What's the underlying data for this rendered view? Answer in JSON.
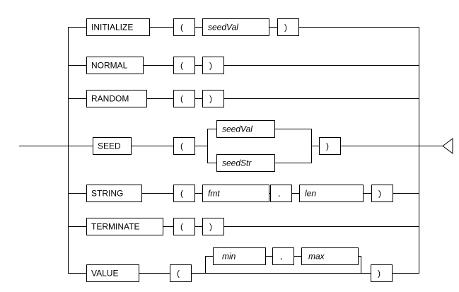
{
  "diagram": {
    "title": "RANDOM function syntax railroad diagram",
    "colors": {
      "line": "#000000",
      "box_fill": "#ffffff",
      "background": "#ffffff",
      "text": "#000000"
    },
    "entry_label": "",
    "exit_marker": "arrow-left-triangle",
    "alternatives": [
      {
        "id": "initialize",
        "keyword": "INITIALIZE",
        "tokens": [
          {
            "kind": "punctuation",
            "text": "("
          },
          {
            "kind": "nonterminal",
            "text": "seedVal"
          },
          {
            "kind": "punctuation",
            "text": ")"
          }
        ]
      },
      {
        "id": "normal",
        "keyword": "NORMAL",
        "tokens": [
          {
            "kind": "punctuation",
            "text": "("
          },
          {
            "kind": "punctuation",
            "text": ")"
          }
        ]
      },
      {
        "id": "random",
        "keyword": "RANDOM",
        "tokens": [
          {
            "kind": "punctuation",
            "text": "("
          },
          {
            "kind": "punctuation",
            "text": ")"
          }
        ]
      },
      {
        "id": "seed",
        "keyword": "SEED",
        "tokens": [
          {
            "kind": "punctuation",
            "text": "("
          },
          {
            "kind": "choice",
            "options": [
              "seedVal",
              "seedStr"
            ]
          },
          {
            "kind": "punctuation",
            "text": ")"
          }
        ]
      },
      {
        "id": "string",
        "keyword": "STRING",
        "tokens": [
          {
            "kind": "punctuation",
            "text": "("
          },
          {
            "kind": "nonterminal",
            "text": "fmt"
          },
          {
            "kind": "punctuation",
            "text": ","
          },
          {
            "kind": "nonterminal",
            "text": "len"
          },
          {
            "kind": "punctuation",
            "text": ")"
          }
        ]
      },
      {
        "id": "terminate",
        "keyword": "TERMINATE",
        "tokens": [
          {
            "kind": "punctuation",
            "text": "("
          },
          {
            "kind": "punctuation",
            "text": ")"
          }
        ]
      },
      {
        "id": "value",
        "keyword": "VALUE",
        "tokens": [
          {
            "kind": "punctuation",
            "text": "("
          },
          {
            "kind": "optional-group",
            "items": [
              "min",
              ",",
              "max"
            ]
          },
          {
            "kind": "punctuation",
            "text": ")"
          }
        ]
      }
    ],
    "labels": {
      "initialize": "INITIALIZE",
      "normal": "NORMAL",
      "random": "RANDOM",
      "seed": "SEED",
      "string": "STRING",
      "terminate": "TERMINATE",
      "value": "VALUE",
      "lparen": "(",
      "rparen": ")",
      "comma": ",",
      "seedVal": "seedVal",
      "seedStr": "seedStr",
      "fmt": "fmt",
      "len": "len",
      "min": "min",
      "max": "max"
    }
  }
}
